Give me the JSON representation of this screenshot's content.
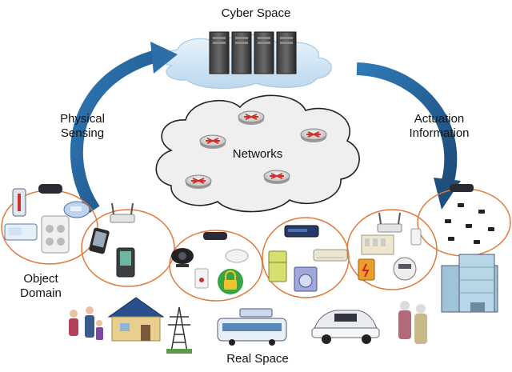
{
  "labels": {
    "cyber_space": "Cyber Space",
    "physical_sensing": [
      "Physical",
      "Sensing"
    ],
    "actuation_information": [
      "Actuation",
      "Information"
    ],
    "networks": "Networks",
    "object_domain": [
      "Object",
      "Domain"
    ],
    "real_space": "Real Space"
  },
  "icons": {
    "servers": "server-rack-icon",
    "routers": "network-router-icon",
    "thermometer": "thermometer-icon",
    "scale": "body-scale-icon",
    "phone": "mobile-phone-icon",
    "webcam": "webcam-icon",
    "lock": "padlock-icon",
    "fridge": "refrigerator-icon",
    "washer": "washing-machine-icon",
    "aircon": "air-conditioner-icon",
    "meter": "electric-meter-icon",
    "building": "office-building-icon",
    "house": "solar-house-icon",
    "tower": "power-tower-icon",
    "bus": "bus-icon",
    "car": "electric-car-icon"
  },
  "colors": {
    "arrow": "#2c6fa8",
    "arrow_dark": "#1f4f7c",
    "ellipse": "#e07a3a",
    "cloud_fill": "#d6e8f5",
    "network_cloud_fill": "#efefef",
    "router": "#d0302a"
  }
}
